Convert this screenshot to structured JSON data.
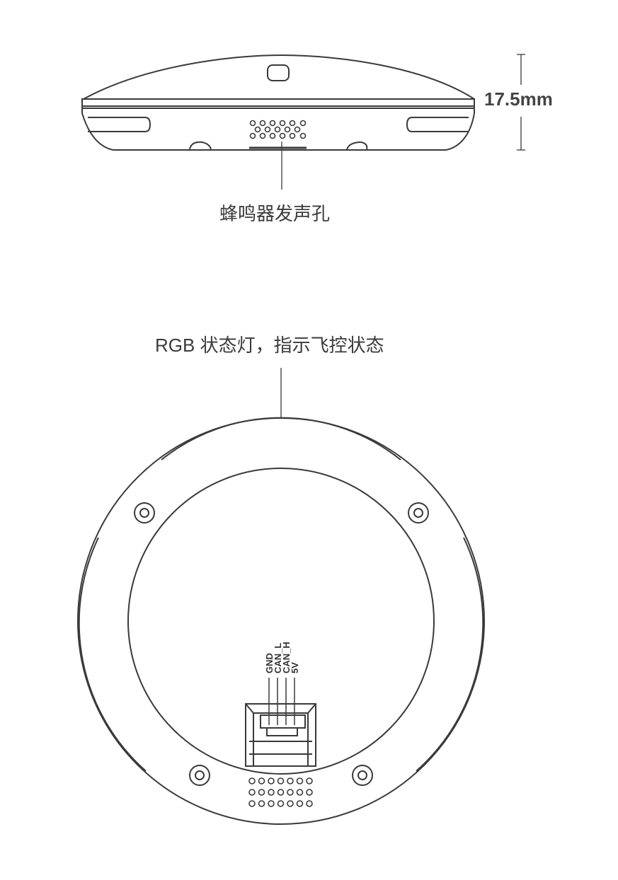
{
  "side_view": {
    "buzzer_label": "蜂鸣器发声孔",
    "height_dimension": "17.5mm"
  },
  "bottom_view": {
    "rgb_label": "RGB 状态灯，指示飞控状态",
    "connector_pins": [
      "GND",
      "CAN_L",
      "CAN_H",
      "5V"
    ]
  },
  "colors": {
    "line": "#3a3a3a",
    "background": "#ffffff"
  }
}
